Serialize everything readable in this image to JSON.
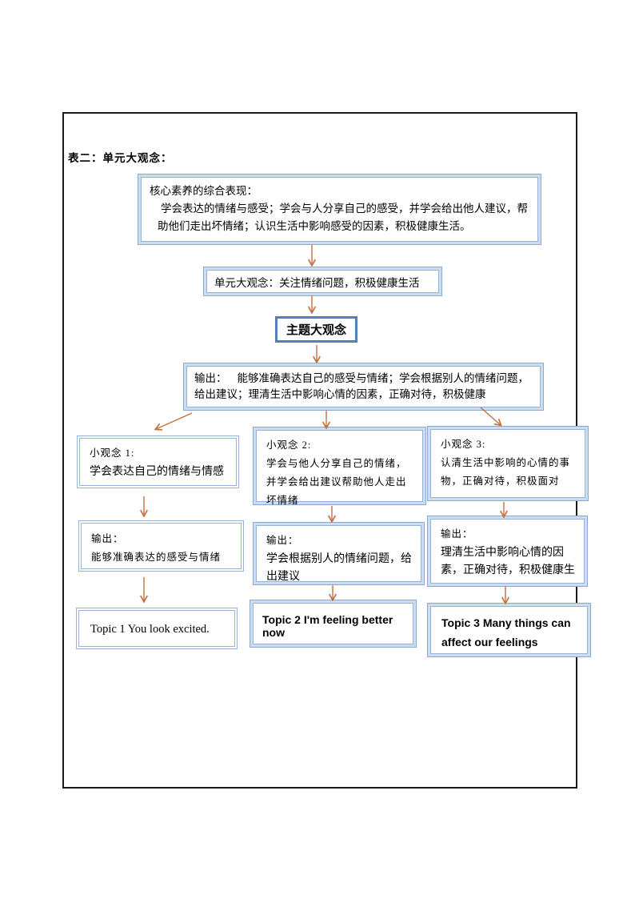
{
  "page": {
    "table_label": "表二：单元大观念："
  },
  "flowchart": {
    "core_box": {
      "title_line": "核心素养的综合表现：",
      "body": "学会表达的情绪与感受；学会与人分享自己的感受，并学会给出他人建议，帮助他们走出坏情绪；认识生活中影响感受的因素，积极健康生活。"
    },
    "unit_box": {
      "text": "单元大观念：关注情绪问题，积极健康生活"
    },
    "theme_box": {
      "text": "主题大观念"
    },
    "output_box": {
      "label": "输出：",
      "text": "能够准确表达自己的感受与情绪；学会根据别人的情绪问题，给出建议；理清生活中影响心情的因素，正确对待，积极健康"
    },
    "columns": [
      {
        "idea_label": "小观念 1:",
        "idea_text": "学会表达自己的情绪与情感",
        "output_label": "输出：",
        "output_text": "能够准确表达的感受与情绪",
        "topic": "Topic 1 You look excited."
      },
      {
        "idea_label": "小观念 2:",
        "idea_text": "学会与他人分享自己的情绪，并学会给出建议帮助他人走出坏情绪",
        "output_label": "输出：",
        "output_text": "学会根据别人的情绪问题，给出建议",
        "topic": "Topic 2 I'm feeling better now"
      },
      {
        "idea_label": "小观念 3:",
        "idea_text": "认清生活中影响的心情的事物，正确对待，积极面对",
        "output_label": "输出：",
        "output_text": "理清生活中影响心情的因素，正确对待，积极健康生",
        "topic": "Topic 3 Many things can affect our feelings"
      }
    ],
    "colors": {
      "arrow": "#C07242",
      "box_border_light": "#95B3D7",
      "box_border_strong": "#4F81BD",
      "box_band": "#CBDDF2",
      "table_border": "#1B1B1B"
    }
  }
}
